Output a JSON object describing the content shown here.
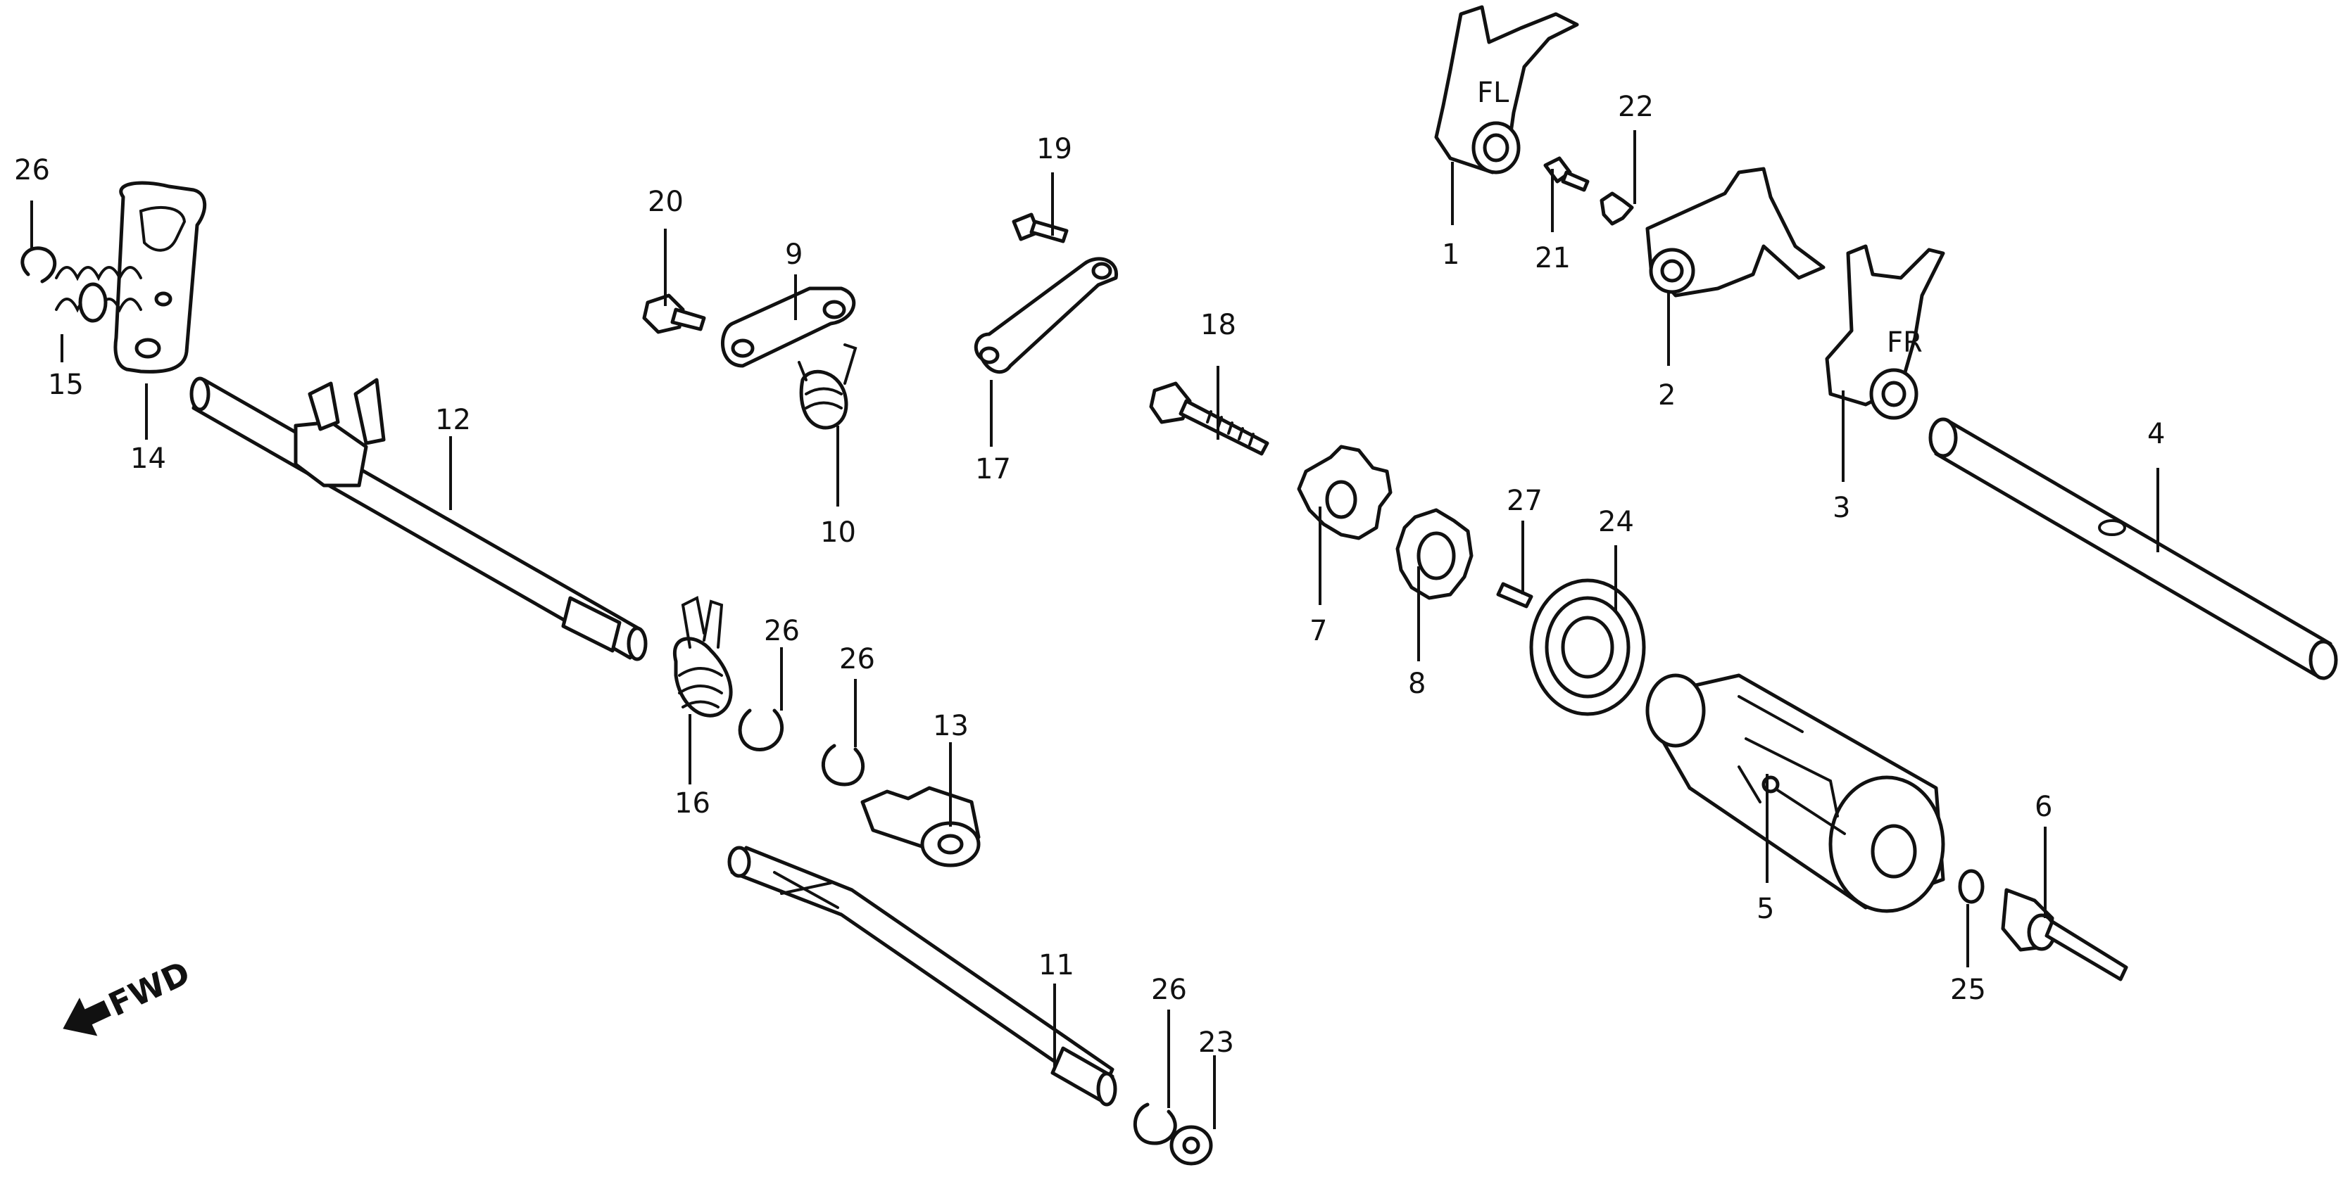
{
  "diagram": {
    "callouts": [
      {
        "key": "c1",
        "label": "1"
      },
      {
        "key": "c2",
        "label": "2"
      },
      {
        "key": "c3",
        "label": "3"
      },
      {
        "key": "c4",
        "label": "4"
      },
      {
        "key": "c5",
        "label": "5"
      },
      {
        "key": "c6",
        "label": "6"
      },
      {
        "key": "c7",
        "label": "7"
      },
      {
        "key": "c8",
        "label": "8"
      },
      {
        "key": "c9",
        "label": "9"
      },
      {
        "key": "c10",
        "label": "10"
      },
      {
        "key": "c11",
        "label": "11"
      },
      {
        "key": "c12",
        "label": "12"
      },
      {
        "key": "c13",
        "label": "13"
      },
      {
        "key": "c14",
        "label": "14"
      },
      {
        "key": "c15",
        "label": "15"
      },
      {
        "key": "c16",
        "label": "16"
      },
      {
        "key": "c17",
        "label": "17"
      },
      {
        "key": "c18",
        "label": "18"
      },
      {
        "key": "c19",
        "label": "19"
      },
      {
        "key": "c20",
        "label": "20"
      },
      {
        "key": "c21",
        "label": "21"
      },
      {
        "key": "c22",
        "label": "22"
      },
      {
        "key": "c23",
        "label": "23"
      },
      {
        "key": "c24",
        "label": "24"
      },
      {
        "key": "c25",
        "label": "25"
      },
      {
        "key": "c26a",
        "label": "26"
      },
      {
        "key": "c26b",
        "label": "26"
      },
      {
        "key": "c26c",
        "label": "26"
      },
      {
        "key": "c26d",
        "label": "26"
      },
      {
        "key": "c27",
        "label": "27"
      }
    ],
    "direction_label": "FWD",
    "fork_marks": {
      "fork1": "FL",
      "fork3": "FR"
    }
  }
}
